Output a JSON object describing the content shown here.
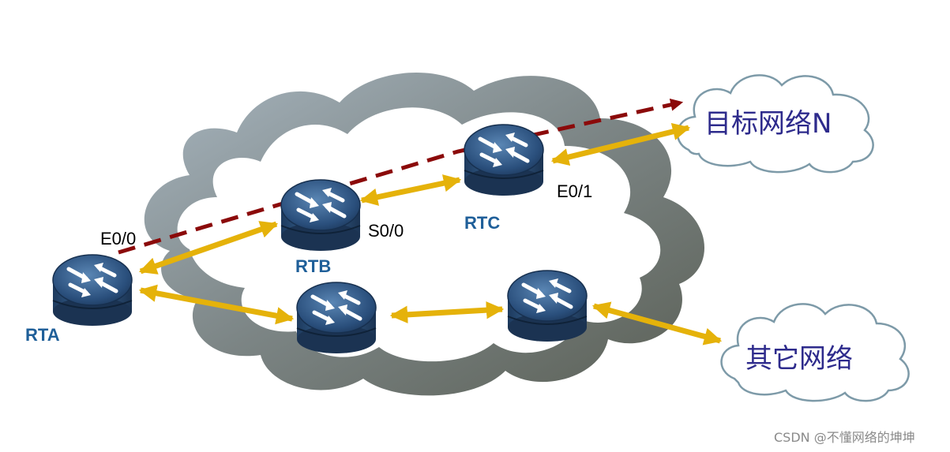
{
  "routers": {
    "rta": "RTA",
    "rtb": "RTB",
    "rtc": "RTC"
  },
  "ports": {
    "rta_e00": "E0/0",
    "rtb_s00": "S0/0",
    "rtc_e01": "E0/1"
  },
  "networks": {
    "target": "目标网络N",
    "other": "其它网络"
  },
  "watermark": "CSDN @不懂网络的坤坤",
  "colors": {
    "link_arrow": "#e5b20a",
    "path_dashed": "#8b0a0a",
    "router_label": "#1f5f99",
    "network_label": "#2e2b8c",
    "cloud_outline": "#6f7676"
  }
}
